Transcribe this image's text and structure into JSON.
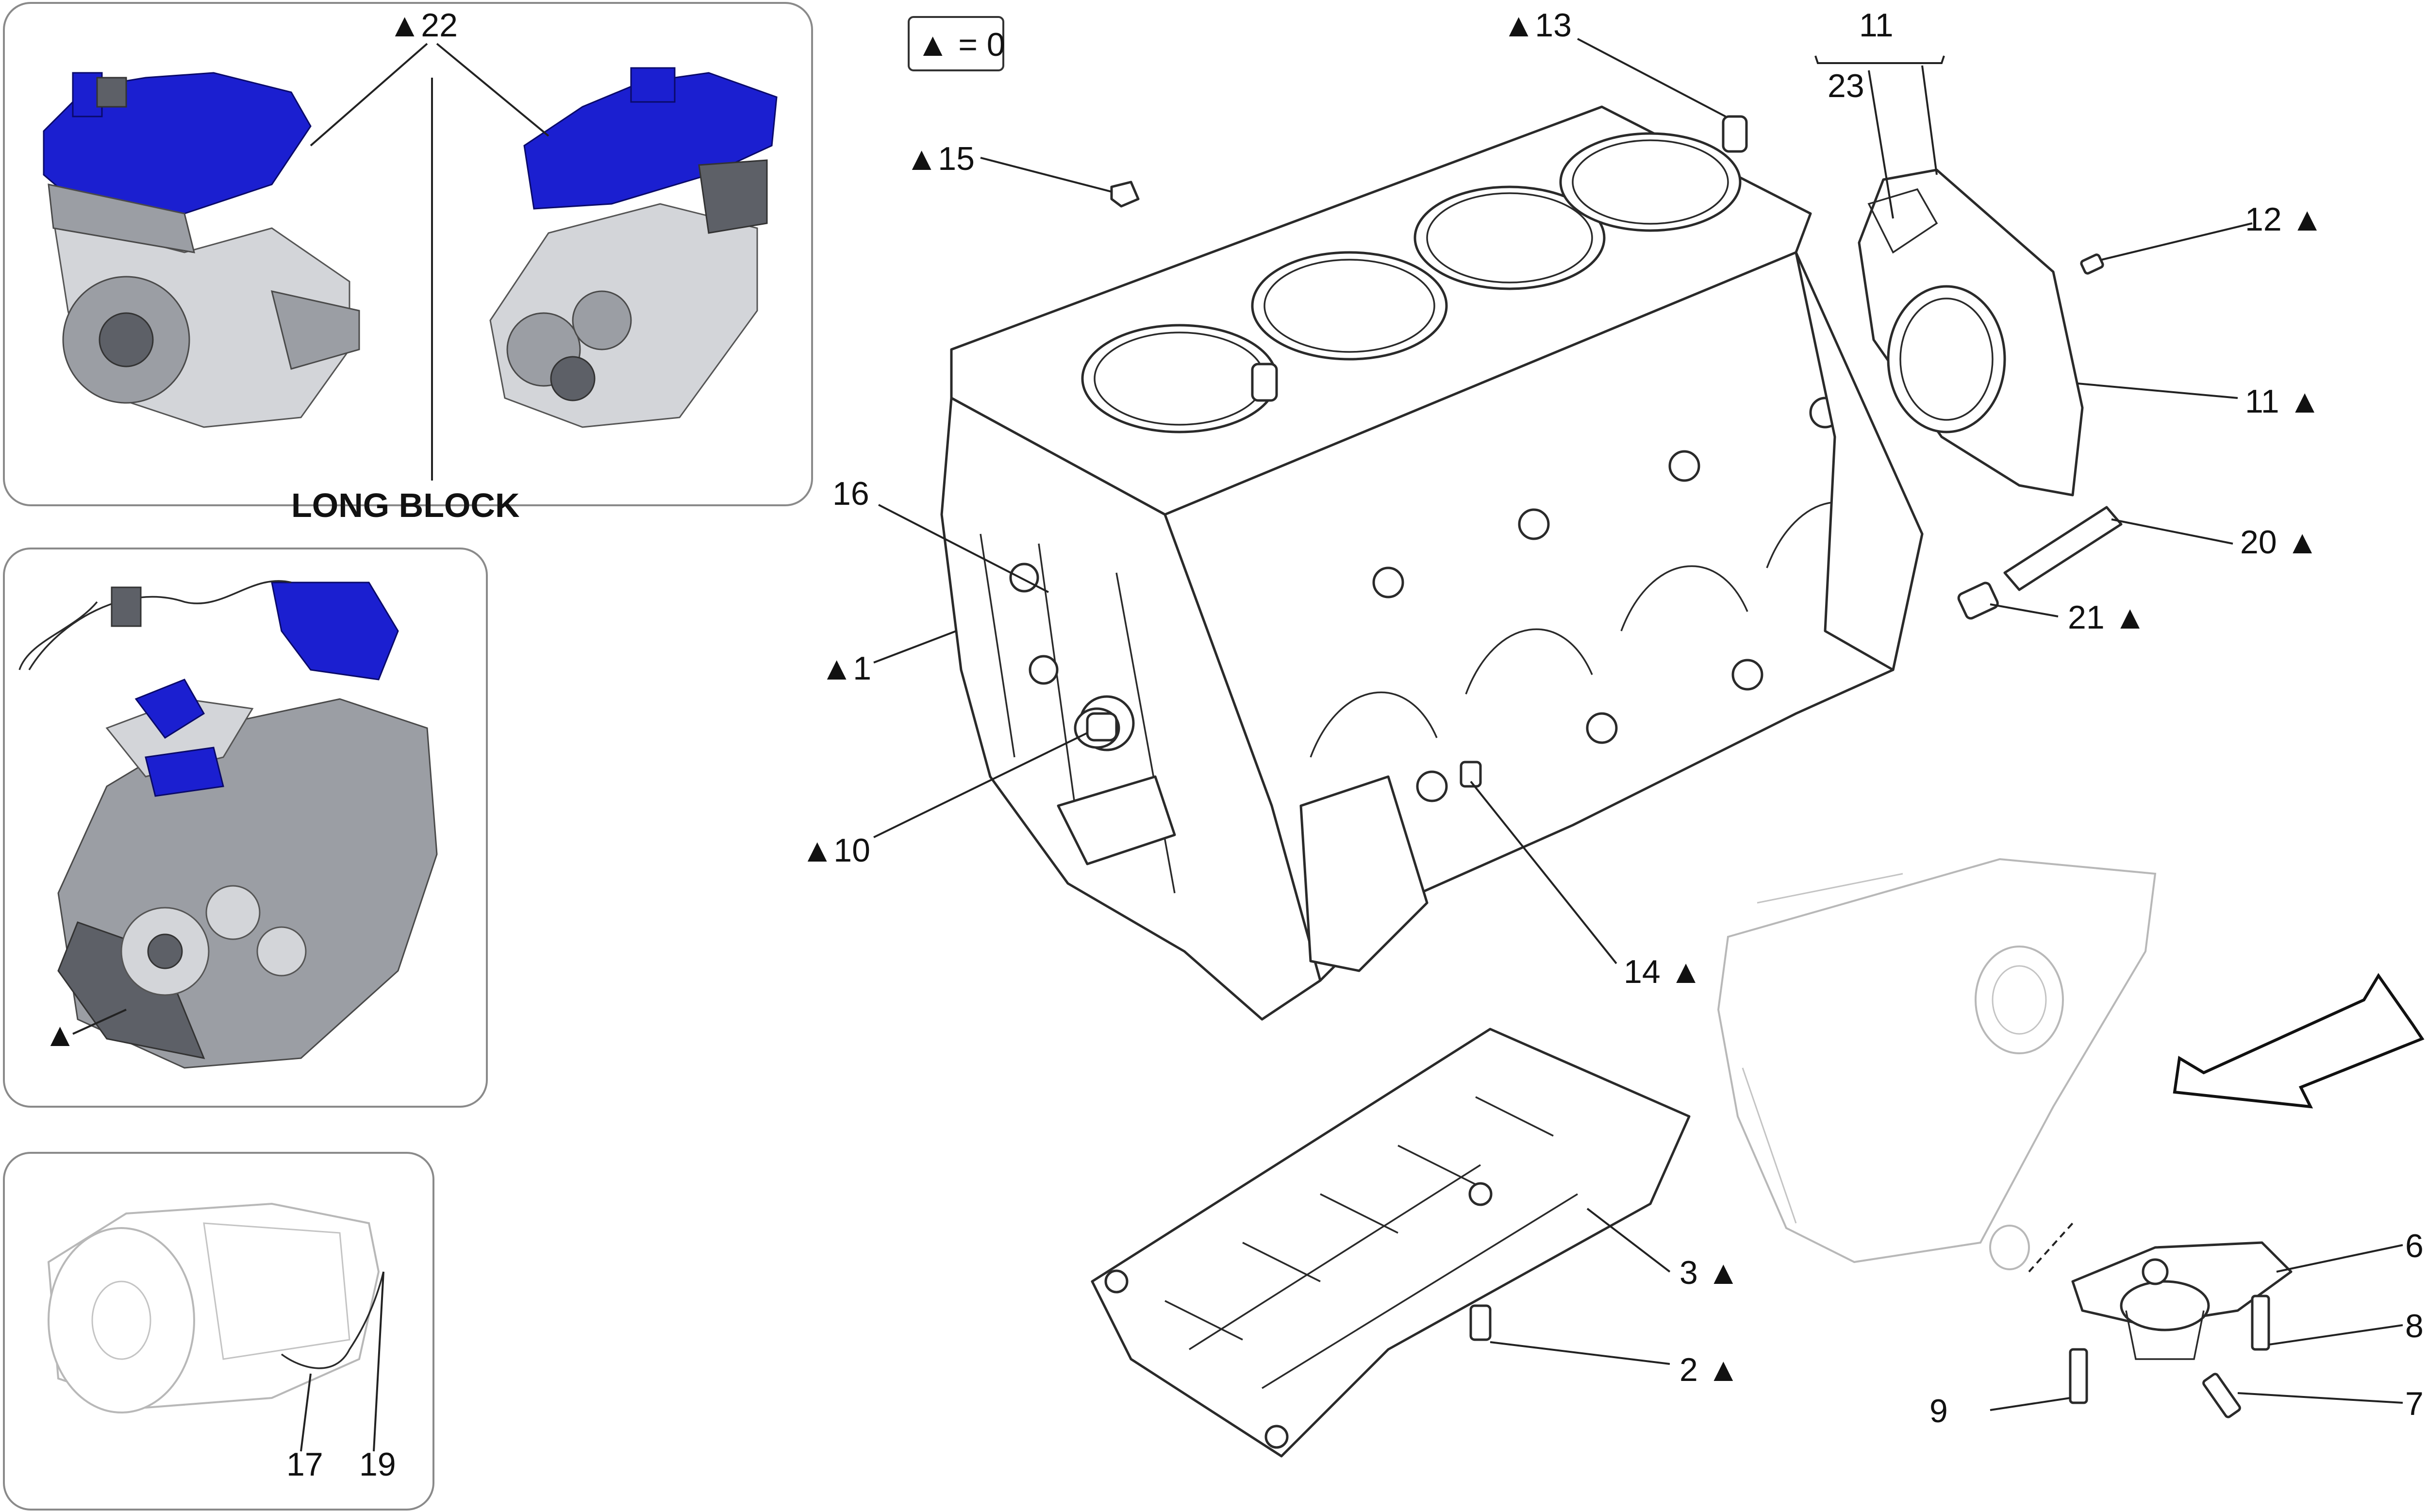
{
  "legend": {
    "symbol": "▲",
    "text": "= 0"
  },
  "insets": {
    "long_block": {
      "label": "LONG BLOCK",
      "callout": "22"
    },
    "engine_assembly": {
      "callout": ""
    },
    "transmission": {
      "callouts": [
        "17",
        "19"
      ]
    }
  },
  "callouts": [
    {
      "id": "1",
      "triangle": true
    },
    {
      "id": "2",
      "triangle": true
    },
    {
      "id": "3",
      "triangle": true
    },
    {
      "id": "6",
      "triangle": false
    },
    {
      "id": "7",
      "triangle": false
    },
    {
      "id": "8",
      "triangle": false
    },
    {
      "id": "9",
      "triangle": false
    },
    {
      "id": "10",
      "triangle": true
    },
    {
      "id": "11",
      "triangle": false
    },
    {
      "id": "11",
      "triangle": true
    },
    {
      "id": "12",
      "triangle": true
    },
    {
      "id": "13",
      "triangle": true
    },
    {
      "id": "14",
      "triangle": true
    },
    {
      "id": "15",
      "triangle": true
    },
    {
      "id": "16",
      "triangle": false
    },
    {
      "id": "20",
      "triangle": true
    },
    {
      "id": "21",
      "triangle": true
    },
    {
      "id": "23",
      "triangle": false
    }
  ],
  "labels": {
    "c22": "▲22",
    "long_block": "LONG BLOCK",
    "engine_assy": "▲",
    "c17": "17",
    "c19": "19",
    "legend": "▲ = 0",
    "c13": "▲13",
    "c11_top": "11",
    "c23": "23",
    "c15": "▲15",
    "c12": "12 ▲",
    "c11": "11 ▲",
    "c16": "16",
    "c20": "20 ▲",
    "c21": "21 ▲",
    "c1": "▲1",
    "c10": "▲10",
    "c14": "14 ▲",
    "c3": "3 ▲",
    "c2": "2 ▲",
    "c6": "6",
    "c8": "8",
    "c9": "9",
    "c7": "7"
  },
  "colors": {
    "highlight_blue": "#1b1fd0",
    "line": "#222222",
    "ghost": "#b8b8b8",
    "panel_border": "#8a8a8a"
  }
}
